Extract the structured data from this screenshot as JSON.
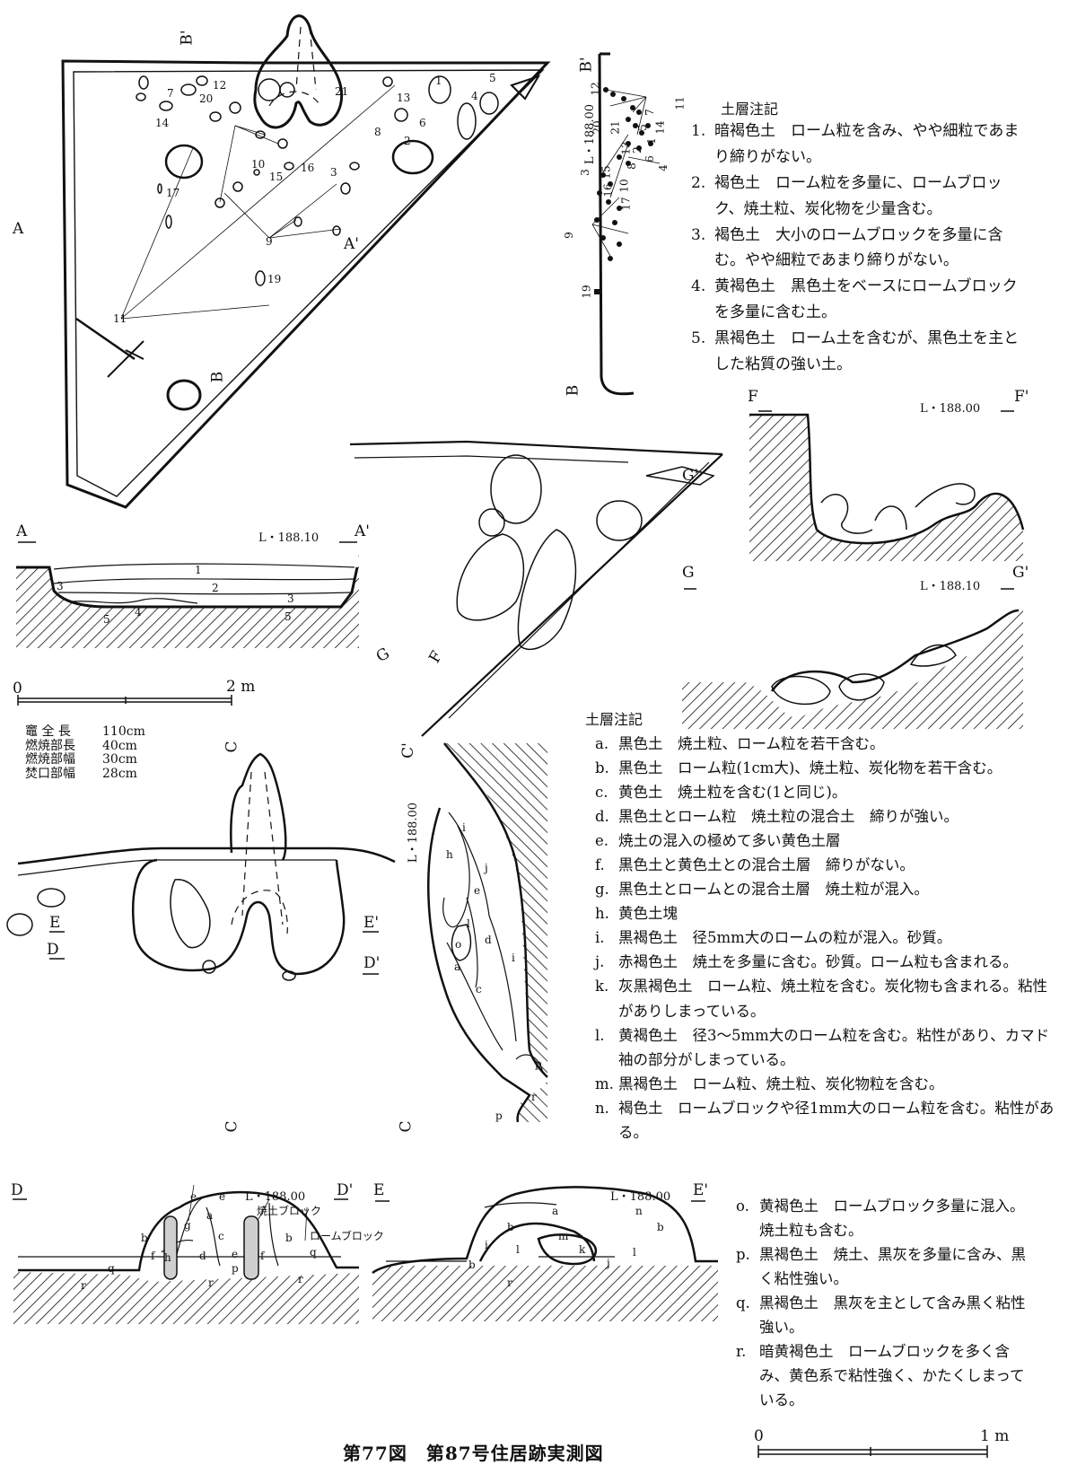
{
  "plan": {
    "section_marks": [
      "A",
      "A'",
      "B",
      "B'"
    ],
    "artifact_numbers": [
      "1",
      "2",
      "3",
      "4",
      "5",
      "6",
      "7",
      "8",
      "9",
      "10",
      "11",
      "12",
      "13",
      "14",
      "15",
      "16",
      "17",
      "19",
      "20",
      "21"
    ]
  },
  "section_b": {
    "level": "L・188.00",
    "marks": [
      "B'",
      "B"
    ],
    "numbers": [
      "12",
      "20",
      "21",
      "13",
      "3",
      "15",
      "16",
      "10",
      "17",
      "8",
      "2",
      "9",
      "11",
      "5",
      "7",
      "14",
      "1",
      "6",
      "4",
      "19"
    ]
  },
  "notes_top": {
    "title": "土層注記",
    "items": [
      {
        "key": "1.",
        "text": "暗褐色土　ローム粒を含み、やや細粒であまり締りがない。"
      },
      {
        "key": "2.",
        "text": "褐色土　ローム粒を多量に、ロームブロック、焼土粒、炭化物を少量含む。"
      },
      {
        "key": "3.",
        "text": "褐色土　大小のロームブロックを多量に含む。やや細粒であまり締りがない。"
      },
      {
        "key": "4.",
        "text": "黄褐色土　黒色土をベースにロームブロックを多量に含む土。"
      },
      {
        "key": "5.",
        "text": "黒褐色土　ローム土を含むが、黒色土を主とした粘質の強い土。"
      }
    ]
  },
  "section_a": {
    "left": "A",
    "right": "A'",
    "level": "L・188.10",
    "layers": [
      "1",
      "2",
      "3",
      "3",
      "4",
      "5",
      "5"
    ]
  },
  "scale_2m": {
    "zero": "0",
    "end": "2 m"
  },
  "detail": {
    "marks": [
      "G'",
      "G",
      "F"
    ]
  },
  "section_f": {
    "left": "F",
    "right": "F'",
    "level": "L・188.00"
  },
  "section_g": {
    "left": "G",
    "right": "G'",
    "level": "L・188.10"
  },
  "kamado_dims": [
    {
      "label": "竈 全 長",
      "value": "110cm"
    },
    {
      "label": "燃焼部長",
      "value": "40cm"
    },
    {
      "label": "燃焼部幅",
      "value": "30cm"
    },
    {
      "label": "焚口部幅",
      "value": "28cm"
    }
  ],
  "kamado_plan": {
    "marks": [
      "C",
      "C",
      "E",
      "E'",
      "D",
      "D'"
    ]
  },
  "section_c": {
    "top": "C'",
    "bottom": "C",
    "level": "L・188.00",
    "layers": [
      "h",
      "i",
      "j",
      "o",
      "l",
      "e",
      "d",
      "c",
      "a",
      "i",
      "p",
      "r",
      "p"
    ]
  },
  "notes_bottom": {
    "title": "土層注記",
    "items": [
      {
        "key": "a.",
        "text": "黒色土　焼土粒、ローム粒を若干含む。"
      },
      {
        "key": "b.",
        "text": "黒色土　ローム粒(1cm大)、焼土粒、炭化物を若干含む。"
      },
      {
        "key": "c.",
        "text": "黄色土　焼土粒を含む(1と同じ)。"
      },
      {
        "key": "d.",
        "text": "黒色土とローム粒　焼土粒の混合土　締りが強い。"
      },
      {
        "key": "e.",
        "text": "焼土の混入の極めて多い黄色土層"
      },
      {
        "key": "f.",
        "text": "黒色土と黄色土との混合土層　締りがない。"
      },
      {
        "key": "g.",
        "text": "黒色土とロームとの混合土層　焼土粒が混入。"
      },
      {
        "key": "h.",
        "text": "黄色土塊"
      },
      {
        "key": "i.",
        "text": "黒褐色土　径5mm大のロームの粒が混入。砂質。"
      },
      {
        "key": "j.",
        "text": "赤褐色土　焼土を多量に含む。砂質。ローム粒も含まれる。"
      },
      {
        "key": "k.",
        "text": "灰黒褐色土　ローム粒、焼土粒を含む。炭化物も含まれる。粘性がありしまっている。"
      },
      {
        "key": "l.",
        "text": "黄褐色土　径3～5mm大のローム粒を含む。粘性があり、カマド袖の部分がしまっている。"
      },
      {
        "key": "m.",
        "text": "黒褐色土　ローム粒、焼土粒、炭化物粒を含む。"
      },
      {
        "key": "n.",
        "text": "褐色土　ロームブロックや径1mm大のローム粒を含む。粘性がある。"
      }
    ],
    "items_right": [
      {
        "key": "o.",
        "text": "黄褐色土　ロームブロック多量に混入。焼土粒も含む。"
      },
      {
        "key": "p.",
        "text": "黒褐色土　焼土、黒灰を多量に含み、黒く粘性強い。"
      },
      {
        "key": "q.",
        "text": "黒褐色土　黒灰を主として含み黒く粘性強い。"
      },
      {
        "key": "r.",
        "text": "暗黄褐色土　ロームブロックを多く含み、黄色系で粘性強く、かたくしまっている。"
      }
    ]
  },
  "section_d": {
    "left": "D",
    "right": "D'",
    "level": "L・188.00",
    "annot1": "焼土ブロック",
    "annot2": "ロームブロック",
    "layers": [
      "e",
      "e",
      "a",
      "g",
      "c",
      "b",
      "b",
      "d",
      "e",
      "f",
      "f",
      "h",
      "q",
      "q",
      "p",
      "r",
      "r",
      "r"
    ]
  },
  "section_e": {
    "left": "E",
    "right": "E'",
    "level": "L・188.00",
    "layers": [
      "a",
      "n",
      "b",
      "b",
      "m",
      "i",
      "l",
      "k",
      "l",
      "j",
      "b",
      "r"
    ]
  },
  "scale_1m": {
    "zero": "0",
    "end": "1 m"
  },
  "caption": "第77図　第87号住居跡実測図"
}
